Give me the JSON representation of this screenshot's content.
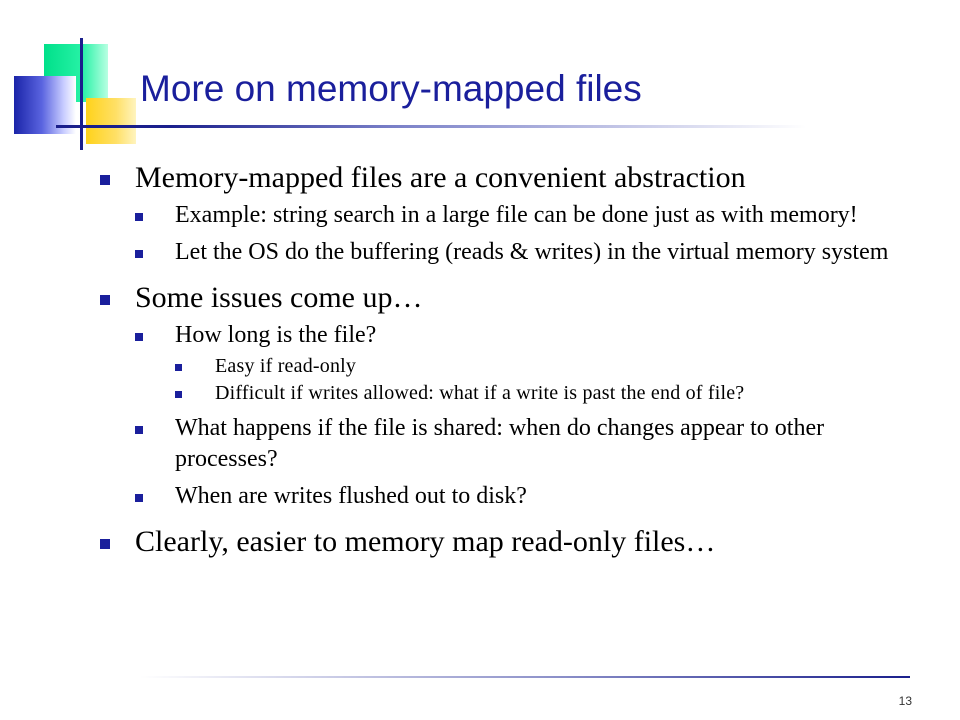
{
  "slide": {
    "title": "More on memory-mapped files",
    "page_number": "13",
    "bullets": [
      {
        "text": "Memory-mapped files are a convenient abstraction",
        "sub": [
          {
            "text": "Example: string search in a large file can be done just as with memory!"
          },
          {
            "text": "Let the OS do the buffering (reads & writes) in the virtual memory system"
          }
        ]
      },
      {
        "text": "Some issues come up…",
        "sub": [
          {
            "text": "How long is the file?",
            "sub": [
              {
                "text": "Easy if read-only"
              },
              {
                "text": "Difficult if writes allowed: what if a write is past the end of file?"
              }
            ]
          },
          {
            "text": "What happens if the file is shared: when do changes appear to other processes?"
          },
          {
            "text": "When are writes flushed out to disk?"
          }
        ]
      },
      {
        "text": "Clearly, easier to memory map read-only files…"
      }
    ]
  },
  "colors": {
    "title": "#1a1f9c",
    "bullet": "#1a1f9c",
    "accent_green": "#00e08a",
    "accent_yellow": "#ffd21a",
    "accent_blue": "#1a24a8"
  }
}
